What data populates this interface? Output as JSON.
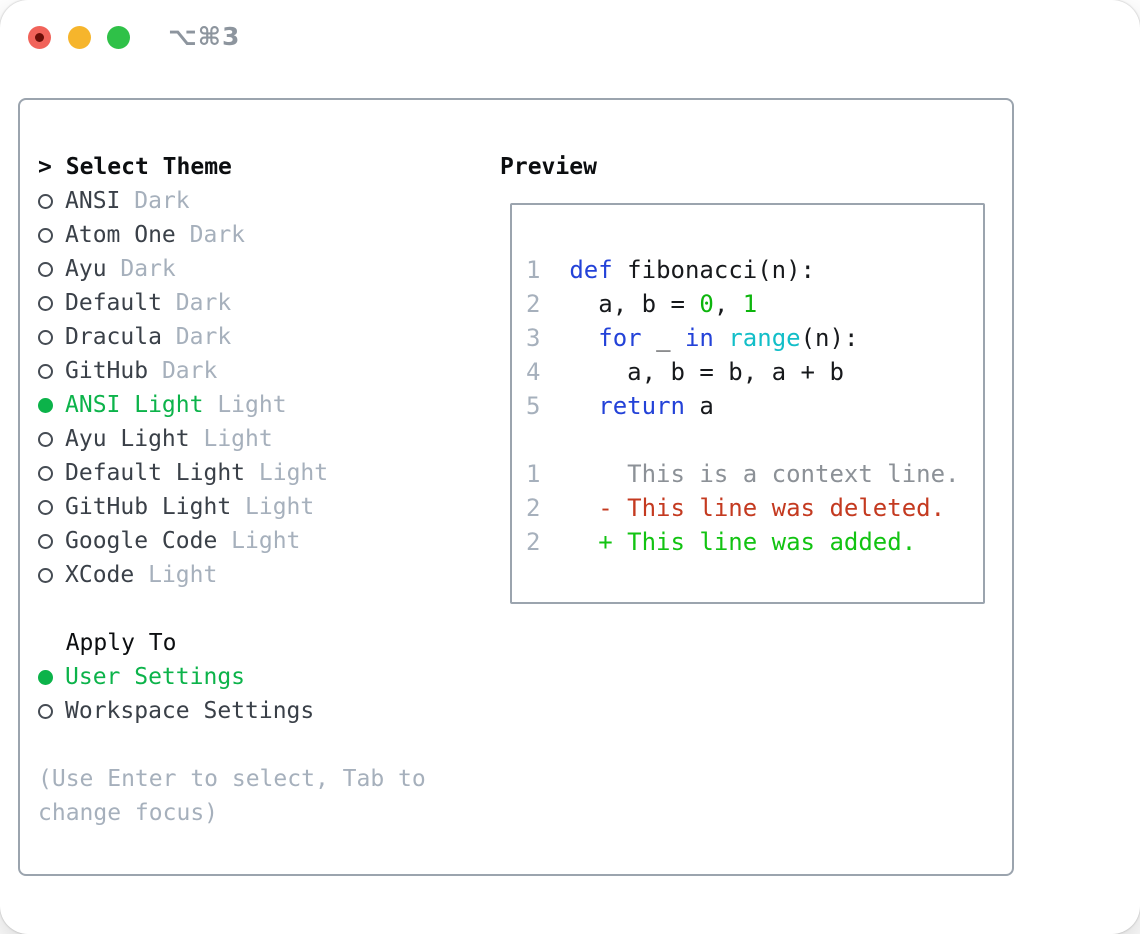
{
  "window": {
    "title_shortcut": "⌥⌘3"
  },
  "panel": {
    "select_theme": {
      "focus_caret": ">",
      "heading": "Select Theme",
      "items": [
        {
          "name": "ANSI",
          "variant": "Dark",
          "selected": false
        },
        {
          "name": "Atom One",
          "variant": "Dark",
          "selected": false
        },
        {
          "name": "Ayu",
          "variant": "Dark",
          "selected": false
        },
        {
          "name": "Default",
          "variant": "Dark",
          "selected": false
        },
        {
          "name": "Dracula",
          "variant": "Dark",
          "selected": false
        },
        {
          "name": "GitHub",
          "variant": "Dark",
          "selected": false
        },
        {
          "name": "ANSI Light",
          "variant": "Light",
          "selected": true
        },
        {
          "name": "Ayu Light",
          "variant": "Light",
          "selected": false
        },
        {
          "name": "Default Light",
          "variant": "Light",
          "selected": false
        },
        {
          "name": "GitHub Light",
          "variant": "Light",
          "selected": false
        },
        {
          "name": "Google Code",
          "variant": "Light",
          "selected": false
        },
        {
          "name": "XCode",
          "variant": "Light",
          "selected": false
        }
      ]
    },
    "apply_to": {
      "heading": "Apply To",
      "options": [
        {
          "label": "User Settings",
          "selected": true
        },
        {
          "label": "Workspace Settings",
          "selected": false
        }
      ]
    },
    "hint_lines": [
      "(Use Enter to select, Tab to",
      "change focus)"
    ],
    "preview": {
      "heading": "Preview",
      "code_lines": [
        {
          "num": "1",
          "tokens": [
            [
              "kw",
              "def"
            ],
            [
              "pl",
              " fibonacci(n):"
            ]
          ]
        },
        {
          "num": "2",
          "tokens": [
            [
              "pl",
              "  a, b = "
            ],
            [
              "num",
              "0"
            ],
            [
              "pl",
              ", "
            ],
            [
              "num",
              "1"
            ]
          ]
        },
        {
          "num": "3",
          "tokens": [
            [
              "pl",
              "  "
            ],
            [
              "kw",
              "for"
            ],
            [
              "pl",
              " _ "
            ],
            [
              "kw",
              "in"
            ],
            [
              "pl",
              " "
            ],
            [
              "fn",
              "range"
            ],
            [
              "pl",
              "(n):"
            ]
          ]
        },
        {
          "num": "4",
          "tokens": [
            [
              "pl",
              "    a, b = b, a + b"
            ]
          ]
        },
        {
          "num": "5",
          "tokens": [
            [
              "pl",
              "  "
            ],
            [
              "kw",
              "return"
            ],
            [
              "pl",
              " a"
            ]
          ]
        }
      ],
      "diff_lines": [
        {
          "num": "1",
          "marker": " ",
          "kind": "context",
          "text": "This is a context line."
        },
        {
          "num": "2",
          "marker": "-",
          "kind": "deleted",
          "text": "This line was deleted."
        },
        {
          "num": "2",
          "marker": "+",
          "kind": "added",
          "text": "This line was added."
        }
      ]
    }
  },
  "colors": {
    "selected_green": "#0cb34a",
    "added_green": "#12c312",
    "number_green": "#0db50d",
    "deleted_red": "#c43a20",
    "keyword_blue": "#2342d8",
    "builtin_cyan": "#12bec8",
    "muted_gray": "#a6b0bc",
    "context_gray": "#8c9197",
    "text_dark": "#17191c",
    "border_gray": "#9ba4ae",
    "traffic_red": "#f1635a",
    "traffic_yellow": "#f6b52c",
    "traffic_green": "#2fc148",
    "title_gray": "#8d959e"
  }
}
